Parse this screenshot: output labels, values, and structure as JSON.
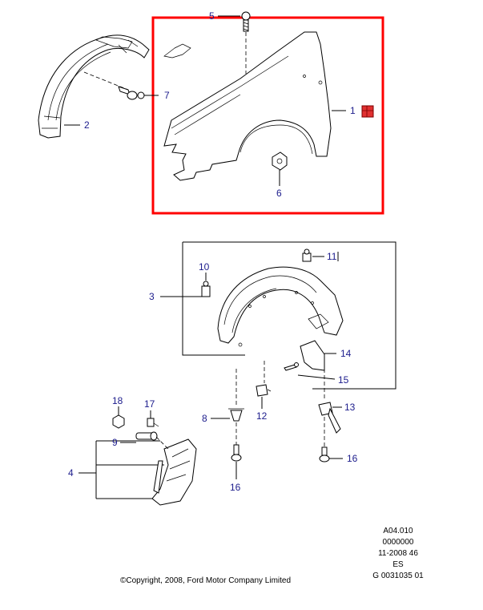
{
  "highlight_color": "#ff0000",
  "callout_color": "#1c1c8c",
  "callouts": [
    "1",
    "2",
    "3",
    "4",
    "5",
    "6",
    "7",
    "8",
    "9",
    "10",
    "11",
    "12",
    "13",
    "14",
    "15",
    "16",
    "16",
    "17",
    "18"
  ],
  "ref_block": {
    "line1": "A04.010",
    "line2": "0000000",
    "line3": "11-2008 46",
    "line4": "ES",
    "line5": "G 0031035 01"
  },
  "copyright": "©Copyright, 2008, Ford Motor Company Limited",
  "icons": [
    "red-marker-icon"
  ]
}
